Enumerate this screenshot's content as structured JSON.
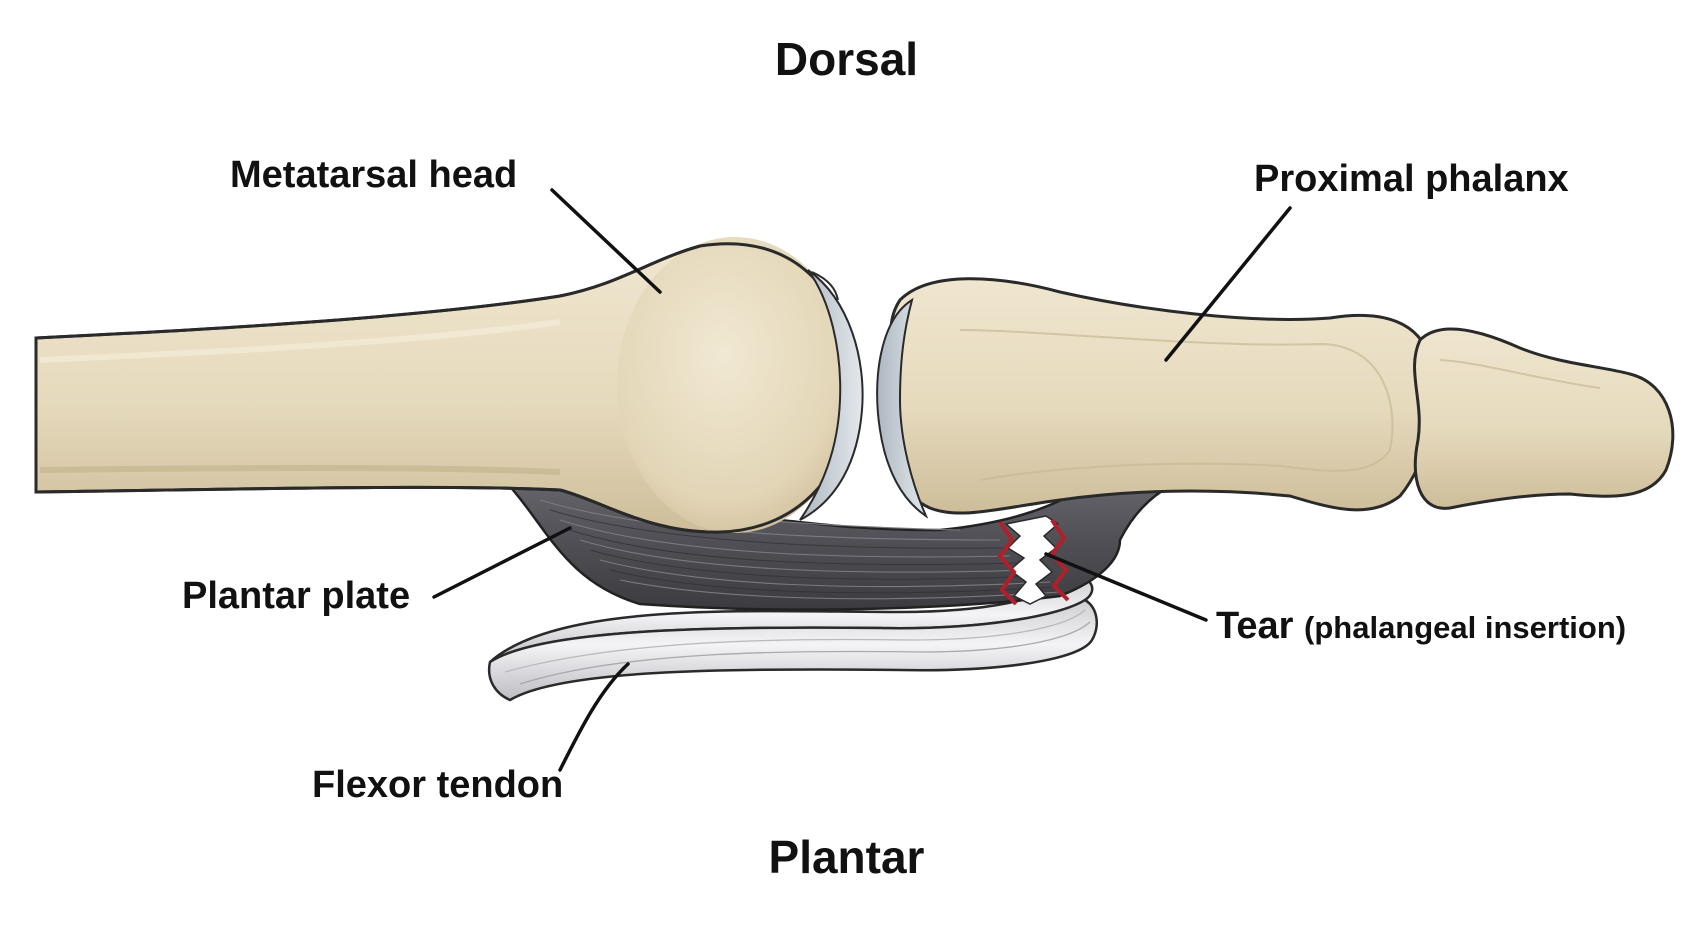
{
  "orientation": {
    "dorsal": "Dorsal",
    "plantar": "Plantar"
  },
  "labels": {
    "metatarsal_head": "Metatarsal head",
    "proximal_phalanx": "Proximal phalanx",
    "plantar_plate": "Plantar plate",
    "tear_main": "Tear",
    "tear_detail": "(phalangeal insertion)",
    "flexor_tendon": "Flexor tendon"
  },
  "colors": {
    "bone": "#e8dcc0",
    "bone_shade": "#cbbb98",
    "cartilage": "#c9d1d8",
    "plantar_plate": "#55545a",
    "tendon": "#e6e6e8",
    "tear": "#b0202a",
    "outline": "#2a2a2a",
    "leader": "#111111"
  }
}
